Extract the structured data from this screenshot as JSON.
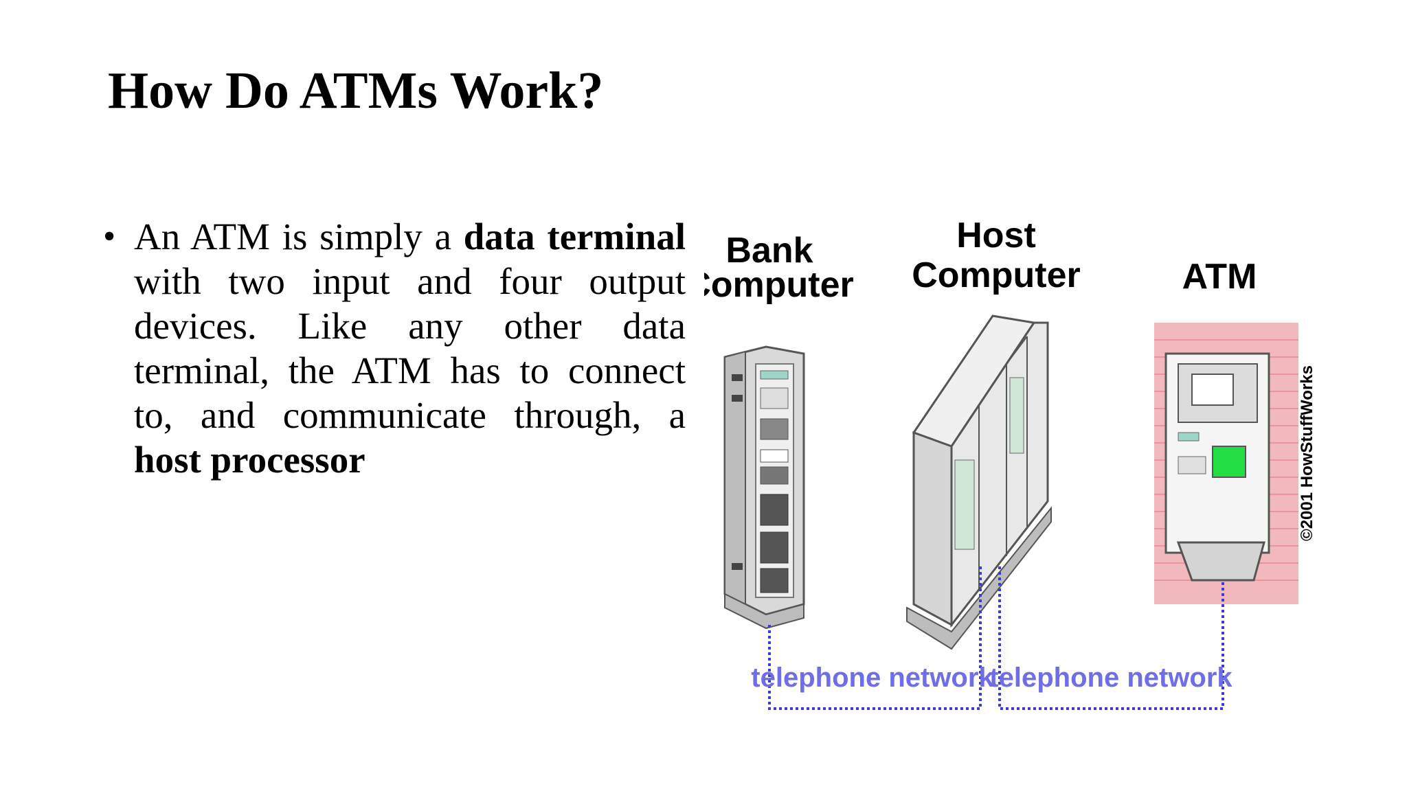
{
  "slide": {
    "title": "How Do ATMs Work?",
    "bullet": {
      "marker": "•",
      "runs": [
        {
          "text": "An ATM is simply a ",
          "bold": false
        },
        {
          "text": "data terminal",
          "bold": true
        },
        {
          "text": " with two input and four output devices. Like any other data terminal, the ATM has to connect to, and communicate through, a ",
          "bold": false
        },
        {
          "text": "host processor",
          "bold": true
        }
      ]
    },
    "diagram": {
      "labels": {
        "bank_computer_line1": "Bank",
        "bank_computer_line2": "Computer",
        "host_computer_line1": "Host",
        "host_computer_line2": "Computer",
        "atm": "ATM",
        "network_left": "telephone network",
        "network_right": "telephone network",
        "copyright": "©2001 HowStuffWorks"
      },
      "colors": {
        "network_line": "#3b3bd6",
        "network_label": "#6e6ee8",
        "brick": "#f2b9bd",
        "atm_screen": "#22dd44",
        "machine_fill": "#e6e6e6",
        "machine_stroke": "#555555"
      }
    }
  }
}
